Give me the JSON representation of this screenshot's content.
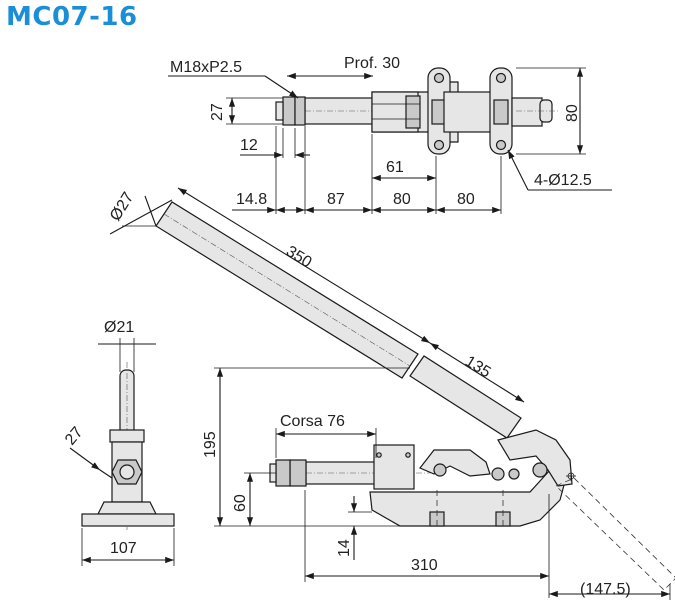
{
  "title": "MC07-16",
  "dims": {
    "thread": "M18xP2.5",
    "depth": "Prof. 30",
    "h27_top": "27",
    "h80": "80",
    "w12": "12",
    "w61": "61",
    "holes": "4-Ø12.5",
    "w14_8": "14.8",
    "w87": "87",
    "w80a": "80",
    "w80b": "80",
    "d27": "Ø27",
    "l350": "350",
    "l135": "135",
    "d21": "Ø21",
    "s27": "27",
    "w107": "107",
    "h195": "195",
    "stroke": "Corsa 76",
    "h60": "60",
    "h14": "14",
    "w310": "310",
    "w147_5": "(147.5)"
  }
}
